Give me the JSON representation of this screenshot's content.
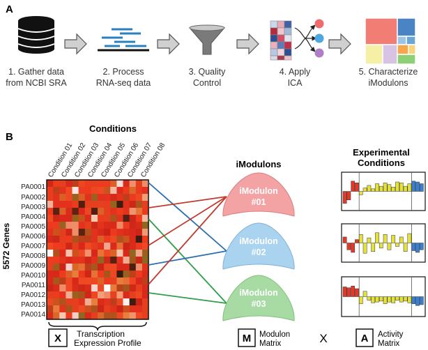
{
  "panel_a": {
    "label": "A",
    "steps": [
      {
        "line1": "1. Gather data",
        "line2": "from NCBI SRA",
        "icon": "database-icon"
      },
      {
        "line1": "2. Process",
        "line2": "RNA-seq data",
        "icon": "reads-icon"
      },
      {
        "line1": "3. Quality",
        "line2": "Control",
        "icon": "funnel-icon"
      },
      {
        "line1": "4. Apply",
        "line2": "ICA",
        "icon": "ica-icon"
      },
      {
        "line1": "5. Characterize",
        "line2": "iModulons",
        "icon": "treemap-icon"
      }
    ]
  },
  "panel_b": {
    "label": "B",
    "conditions_title": "Conditions",
    "conditions": [
      "Condition 01",
      "Condition 02",
      "Condition 03",
      "Condition 04",
      "Condition 05",
      "Condition 06",
      "Condition 07",
      "Condition 08"
    ],
    "genes_axis_label": "5572 Genes",
    "genes": [
      "PA0001",
      "PA0002",
      "PA0003",
      "PA0004",
      "PA0005",
      "PA0006",
      "PA0007",
      "PA0008",
      "PA0009",
      "PA0010",
      "PA0011",
      "PA0012",
      "PA0013",
      "PA0014"
    ],
    "imodulons_title": "iModulons",
    "imodulons": [
      {
        "line1": "iModulon",
        "line2": "#01",
        "color": "#f4a3a5"
      },
      {
        "line1": "iModulon",
        "line2": "#02",
        "color": "#a9d3ef"
      },
      {
        "line1": "iModulon",
        "line2": "#03",
        "color": "#a8dba3"
      }
    ],
    "experimental_title_line1": "Experimental",
    "experimental_title_line2": "Conditions",
    "x_box": "X",
    "x_caption_line1": "Transcription",
    "x_caption_line2": "Expression Profile",
    "m_box": "M",
    "m_caption_line1": "Modulon",
    "m_caption_line2": "Matrix",
    "times_symbol": "X",
    "a_box": "A",
    "a_caption_line1": "Activity",
    "a_caption_line2": "Matrix",
    "link_colors": {
      "red": "#c0392b",
      "blue": "#2a6fb0",
      "green": "#2e9e48"
    }
  }
}
